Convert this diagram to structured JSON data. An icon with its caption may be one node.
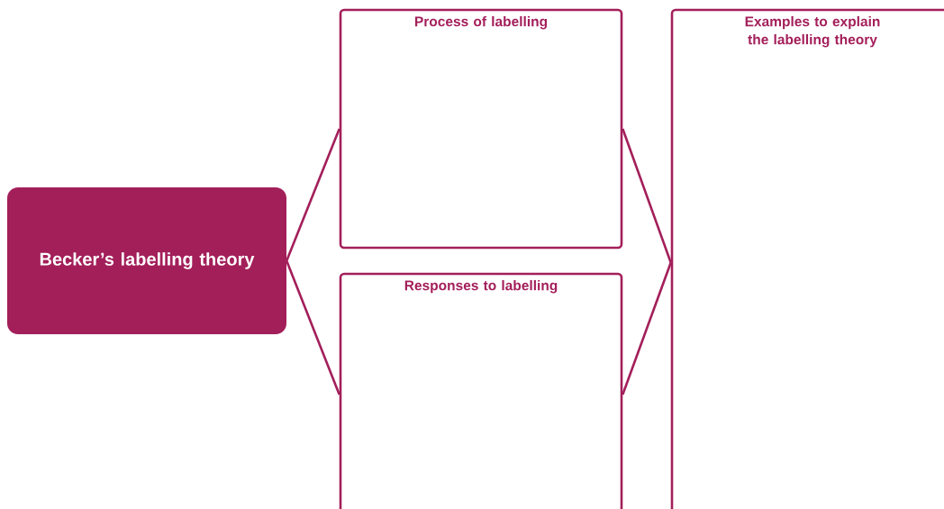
{
  "diagram": {
    "nodes": [
      {
        "text": [
          "Becker’s labelling theory"
        ]
      },
      {
        "text": [
          "Process of labelling"
        ]
      },
      {
        "text": [
          "Responses to labelling"
        ]
      },
      {
        "text": [
          "Examples to explain the labelling theory"
        ]
      }
    ],
    "edges": [
      {
        "from": 0,
        "to": 1,
        "arrow": "none"
      },
      {
        "from": 0,
        "to": 2,
        "arrow": "none"
      },
      {
        "from": 1,
        "to": 3,
        "arrow": "none"
      },
      {
        "from": 2,
        "to": 3,
        "arrow": "none"
      }
    ]
  }
}
